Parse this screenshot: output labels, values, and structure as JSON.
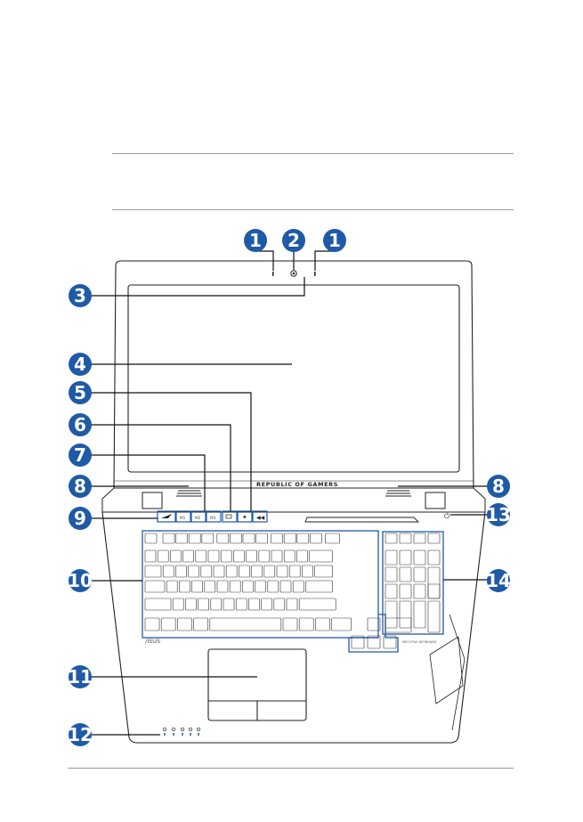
{
  "laptop": {
    "brand_text": "REPUBLIC OF GAMERS",
    "logo_text": "/ISUS",
    "keyboard_badge": "MECHTAG KEYBOARD",
    "hotkeys": [
      "M1",
      "M2",
      "M3"
    ],
    "callouts": [
      "1",
      "2",
      "1",
      "3",
      "4",
      "5",
      "6",
      "7",
      "8",
      "8",
      "9",
      "10",
      "11",
      "12",
      "13",
      "14"
    ]
  },
  "colors": {
    "callout_fill": "#1f5aa6",
    "highlight_blue": "#1f5aa6",
    "leader_line": "#111111"
  }
}
